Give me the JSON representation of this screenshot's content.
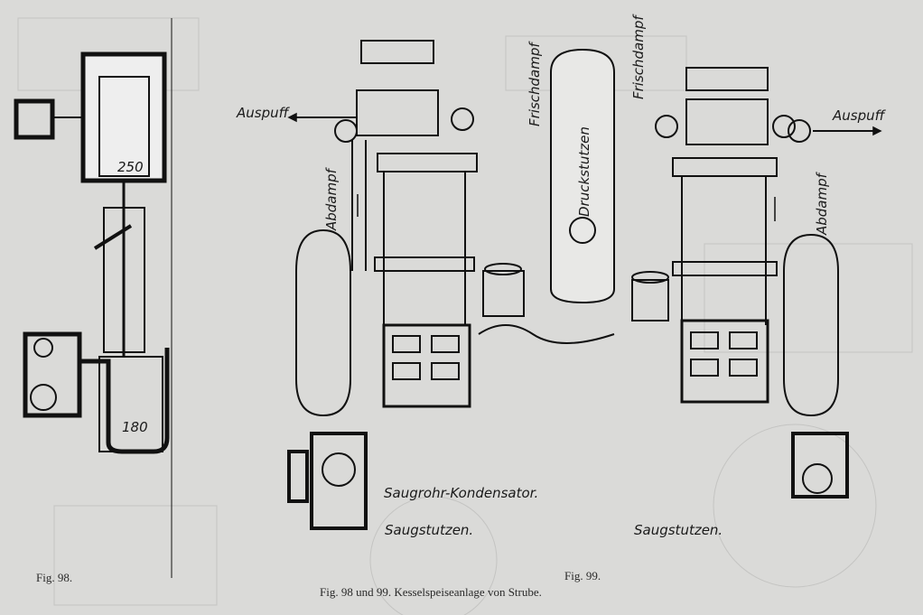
{
  "figure": {
    "labels": {
      "auspuff_left": "Auspuff",
      "auspuff_right": "Auspuff",
      "frischdampf_left": "Frischdampf",
      "frischdampf_right": "Frischdampf",
      "abdampf_left": "Abdampf",
      "abdampf_right": "Abdampf",
      "druckstutzen": "Druckstutzen",
      "saugrohr": "Saugrohr-Kondensator.",
      "saugstutzen_left": "Saugstutzen.",
      "saugstutzen_right": "Saugstutzen."
    },
    "dimensions": {
      "cylinder": "250",
      "pump": "180"
    },
    "fig98_label": "Fig. 98.",
    "fig99_label": "Fig. 99.",
    "caption": "Fig. 98 und 99.  Kesselspeiseanlage von Strube."
  }
}
